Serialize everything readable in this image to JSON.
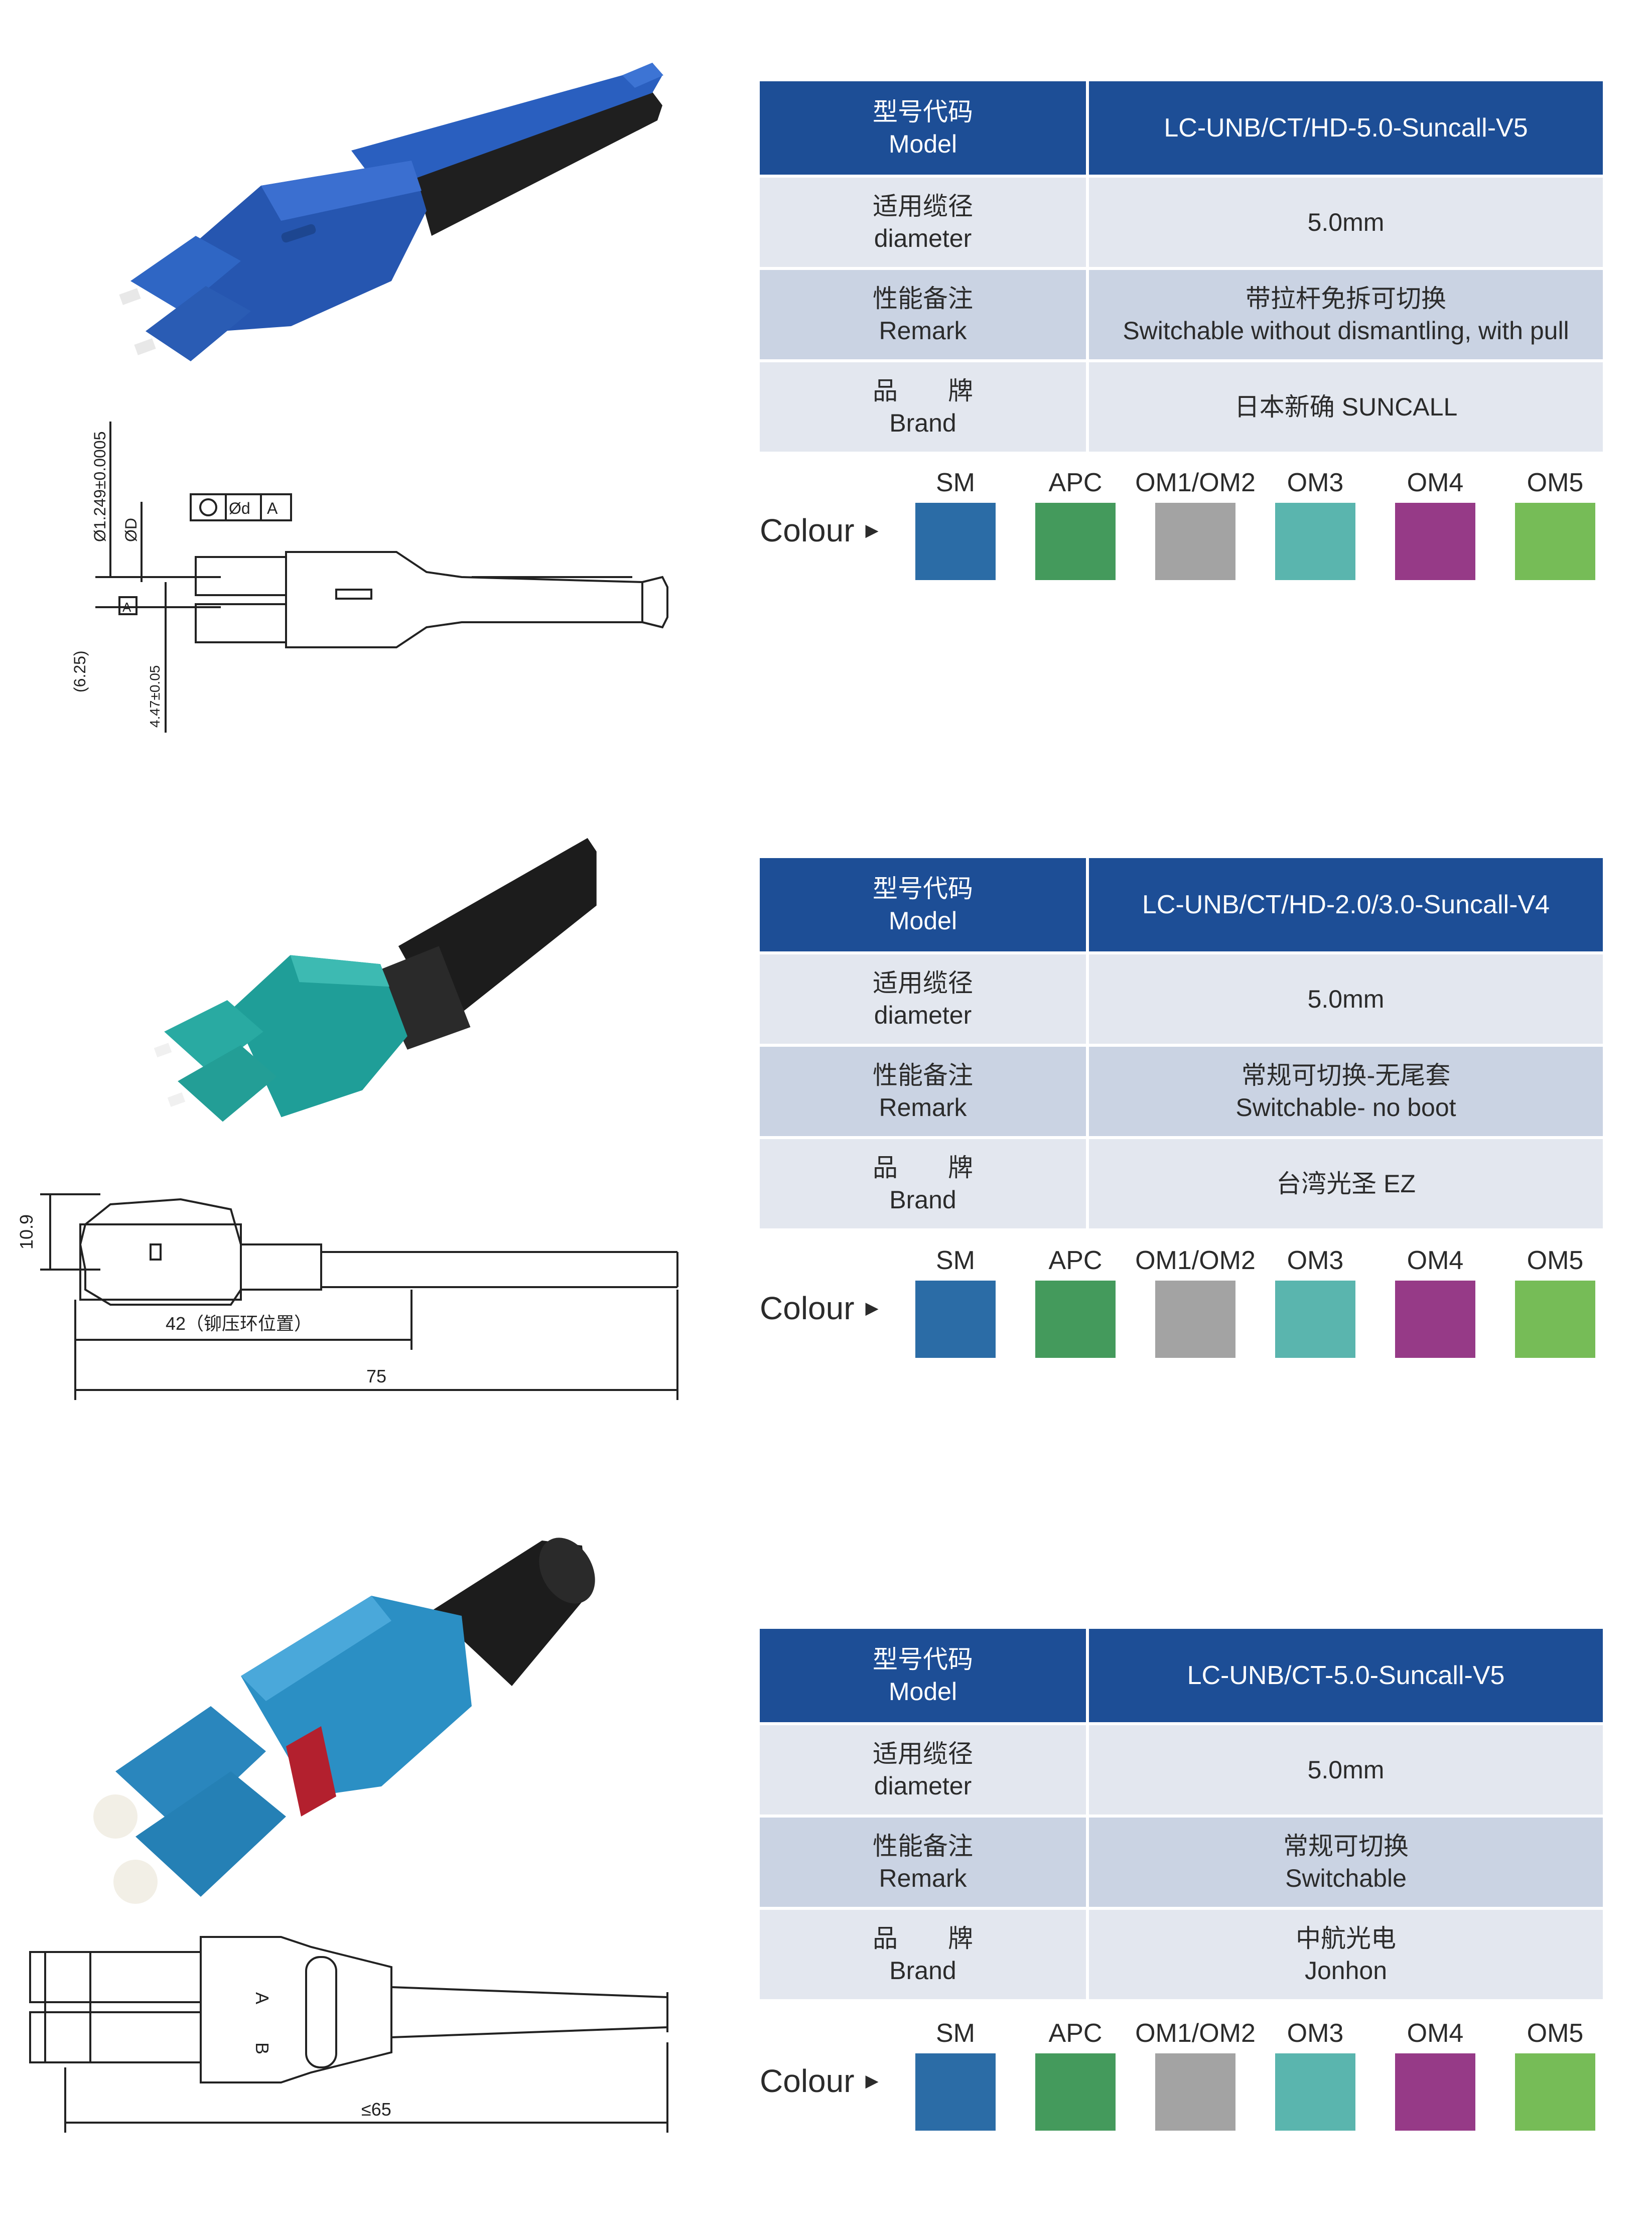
{
  "products": [
    {
      "model_label_cn": "型号代码",
      "model_label_en": "Model",
      "model": "LC-UNB/CT/HD-5.0-Suncall-V5",
      "diameter_label_cn": "适用缆径",
      "diameter_label_en": "diameter",
      "diameter": "5.0mm",
      "remark_label_cn": "性能备注",
      "remark_label_en": "Remark",
      "remark_cn": "带拉杆免拆可切换",
      "remark_en": "Switchable without dismantling, with pull",
      "brand_label_cn": "品　　牌",
      "brand_label_en": "Brand",
      "brand_line1": "日本新确 SUNCALL",
      "brand_line2": "",
      "colour_label": "Colour",
      "drawing_labels": {
        "d1": "Ø1.249±0.0005",
        "d2": "ØD",
        "d3": "Ød",
        "datum": "A",
        "d4": "(6.25)",
        "d5": "4.47±0.05"
      }
    },
    {
      "model_label_cn": "型号代码",
      "model_label_en": "Model",
      "model": "LC-UNB/CT/HD-2.0/3.0-Suncall-V4",
      "diameter_label_cn": "适用缆径",
      "diameter_label_en": "diameter",
      "diameter": "5.0mm",
      "remark_label_cn": "性能备注",
      "remark_label_en": "Remark",
      "remark_cn": "常规可切换-无尾套",
      "remark_en": "Switchable- no boot",
      "brand_label_cn": "品　　牌",
      "brand_label_en": "Brand",
      "brand_line1": "台湾光圣 EZ",
      "brand_line2": "",
      "colour_label": "Colour",
      "drawing_labels": {
        "h": "10.9",
        "crimp": "42（铆压环位置）",
        "len": "75"
      }
    },
    {
      "model_label_cn": "型号代码",
      "model_label_en": "Model",
      "model": "LC-UNB/CT-5.0-Suncall-V5",
      "diameter_label_cn": "适用缆径",
      "diameter_label_en": "diameter",
      "diameter": "5.0mm",
      "remark_label_cn": "性能备注",
      "remark_label_en": "Remark",
      "remark_cn": "常规可切换",
      "remark_en": "Switchable",
      "brand_label_cn": "品　　牌",
      "brand_label_en": "Brand",
      "brand_line1": "中航光电",
      "brand_line2": "Jonhon",
      "colour_label": "Colour",
      "drawing_labels": {
        "len": "≤65",
        "a": "A",
        "b": "B"
      }
    }
  ],
  "colours": [
    {
      "name": "SM",
      "color": "#2b6ca6"
    },
    {
      "name": "APC",
      "color": "#449a5c"
    },
    {
      "name": "OM1/OM2",
      "color": "#a3a3a3"
    },
    {
      "name": "OM3",
      "color": "#5ab5ae"
    },
    {
      "name": "OM4",
      "color": "#963a87"
    },
    {
      "name": "OM5",
      "color": "#76bc57"
    }
  ],
  "theme": {
    "header_bg": "#1d4e96",
    "row_light": "#e3e7ef",
    "row_dark": "#cad3e3"
  }
}
